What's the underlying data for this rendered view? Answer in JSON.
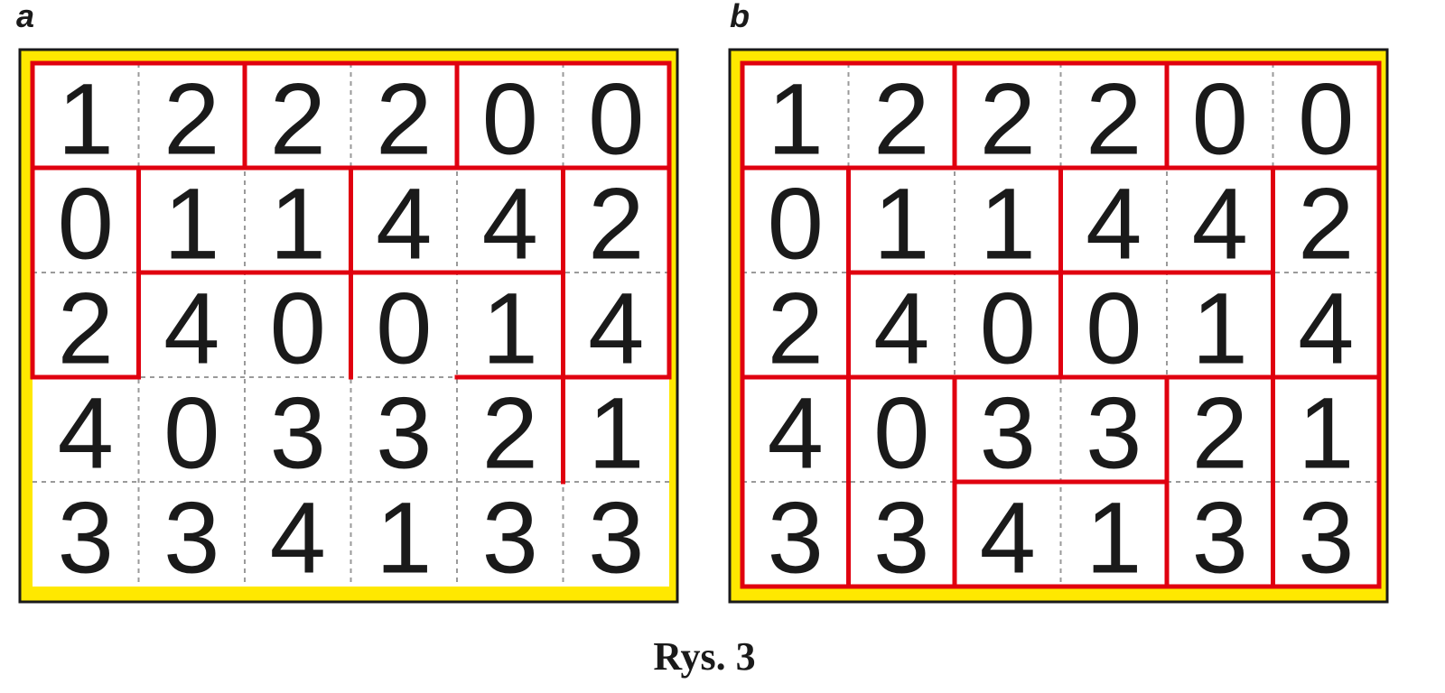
{
  "caption": "Rys. 3",
  "colors": {
    "frame_fill": "#ffe800",
    "frame_border": "#1a1a1a",
    "region_line": "#e0000f",
    "grid_dash": "#9a9a9a",
    "cell_bg": "#ffffff",
    "digit": "#1a1a1a"
  },
  "grid": {
    "rows": 5,
    "cols": 6,
    "values": [
      [
        "1",
        "2",
        "2",
        "2",
        "0",
        "0"
      ],
      [
        "0",
        "1",
        "1",
        "4",
        "4",
        "2"
      ],
      [
        "2",
        "4",
        "0",
        "0",
        "1",
        "4"
      ],
      [
        "4",
        "0",
        "3",
        "3",
        "2",
        "1"
      ],
      [
        "3",
        "3",
        "4",
        "1",
        "3",
        "3"
      ]
    ]
  },
  "panels": [
    {
      "label": "a",
      "segments": [
        [
          0,
          0,
          6,
          0
        ],
        [
          0,
          0,
          0,
          3
        ],
        [
          6,
          0,
          6,
          3
        ],
        [
          0,
          1,
          6,
          1
        ],
        [
          2,
          0,
          2,
          1
        ],
        [
          4,
          0,
          4,
          1
        ],
        [
          1,
          1,
          1,
          3
        ],
        [
          3,
          1,
          3,
          3
        ],
        [
          5,
          1,
          5,
          4
        ],
        [
          1,
          2,
          5,
          2
        ],
        [
          0,
          3,
          1,
          3
        ],
        [
          4,
          3,
          6,
          3
        ]
      ]
    },
    {
      "label": "b",
      "segments": [
        [
          0,
          0,
          6,
          0
        ],
        [
          0,
          5,
          6,
          5
        ],
        [
          0,
          0,
          0,
          5
        ],
        [
          6,
          0,
          6,
          5
        ],
        [
          0,
          1,
          6,
          1
        ],
        [
          2,
          0,
          2,
          1
        ],
        [
          4,
          0,
          4,
          1
        ],
        [
          1,
          1,
          1,
          5
        ],
        [
          3,
          1,
          3,
          3
        ],
        [
          5,
          1,
          5,
          5
        ],
        [
          1,
          2,
          5,
          2
        ],
        [
          0,
          3,
          6,
          3
        ],
        [
          2,
          3,
          2,
          5
        ],
        [
          4,
          3,
          4,
          5
        ],
        [
          2,
          4,
          4,
          4
        ]
      ]
    }
  ]
}
